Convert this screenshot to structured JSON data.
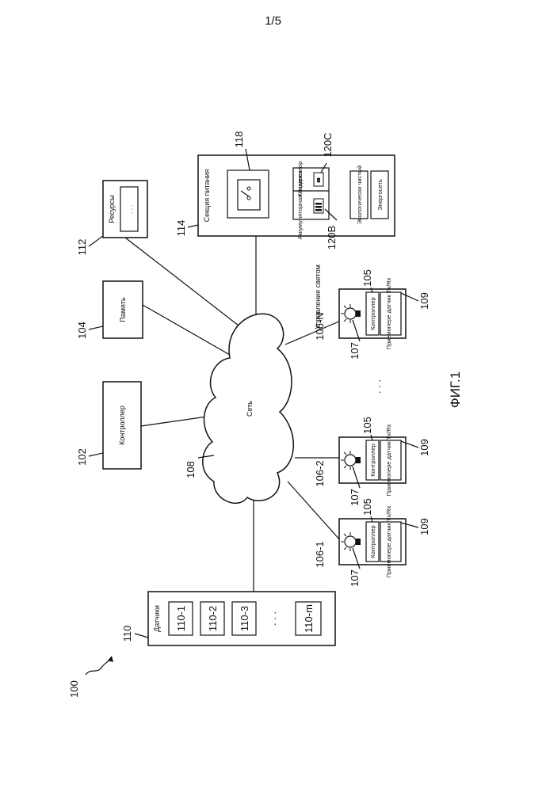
{
  "page_header": "1/5",
  "system_ref": "100",
  "controller": {
    "ref": "102",
    "label": "Контроллер"
  },
  "memory": {
    "ref": "104",
    "label": "Память"
  },
  "resources": {
    "ref": "112",
    "label": "Ресурсы"
  },
  "power": {
    "ref": "114",
    "label": "Секция питания",
    "switch_ref": "118",
    "battery_label": "Аккумуляторная батарея",
    "capacitor_label": "Конденсатор",
    "battery_ref": "120B",
    "capacitor_ref": "120C",
    "eco_label": "Экологически чистый",
    "grid_label": "Энергосеть"
  },
  "network": {
    "ref": "108",
    "label": "Сеть"
  },
  "sensors": {
    "ref": "110",
    "label": "Датчики",
    "items": [
      "110-1",
      "110-2",
      "110-3",
      "110-m"
    ],
    "ellipsis": ". . ."
  },
  "light_units": [
    {
      "ref": "106-1",
      "controller_label": "Контроллер",
      "sensor_label": "Приемопере датчик Tx/Rx",
      "controller_ref": "105",
      "lamp_ref": "107",
      "sensor_ref": "109"
    },
    {
      "ref": "106-2",
      "controller_label": "Контроллер",
      "sensor_label": "Приемопере датчик Tx/Rx",
      "controller_ref": "105",
      "lamp_ref": "107",
      "sensor_ref": "109"
    },
    {
      "ref": "106-N",
      "controller_label": "Контроллер",
      "sensor_label": "Приемопере датчик Tx/Rx",
      "controller_ref": "105",
      "lamp_ref": "107",
      "sensor_ref": "109",
      "group_label": "Управление светом"
    }
  ],
  "dots": ". . .",
  "figure_caption": "ФИГ.1"
}
